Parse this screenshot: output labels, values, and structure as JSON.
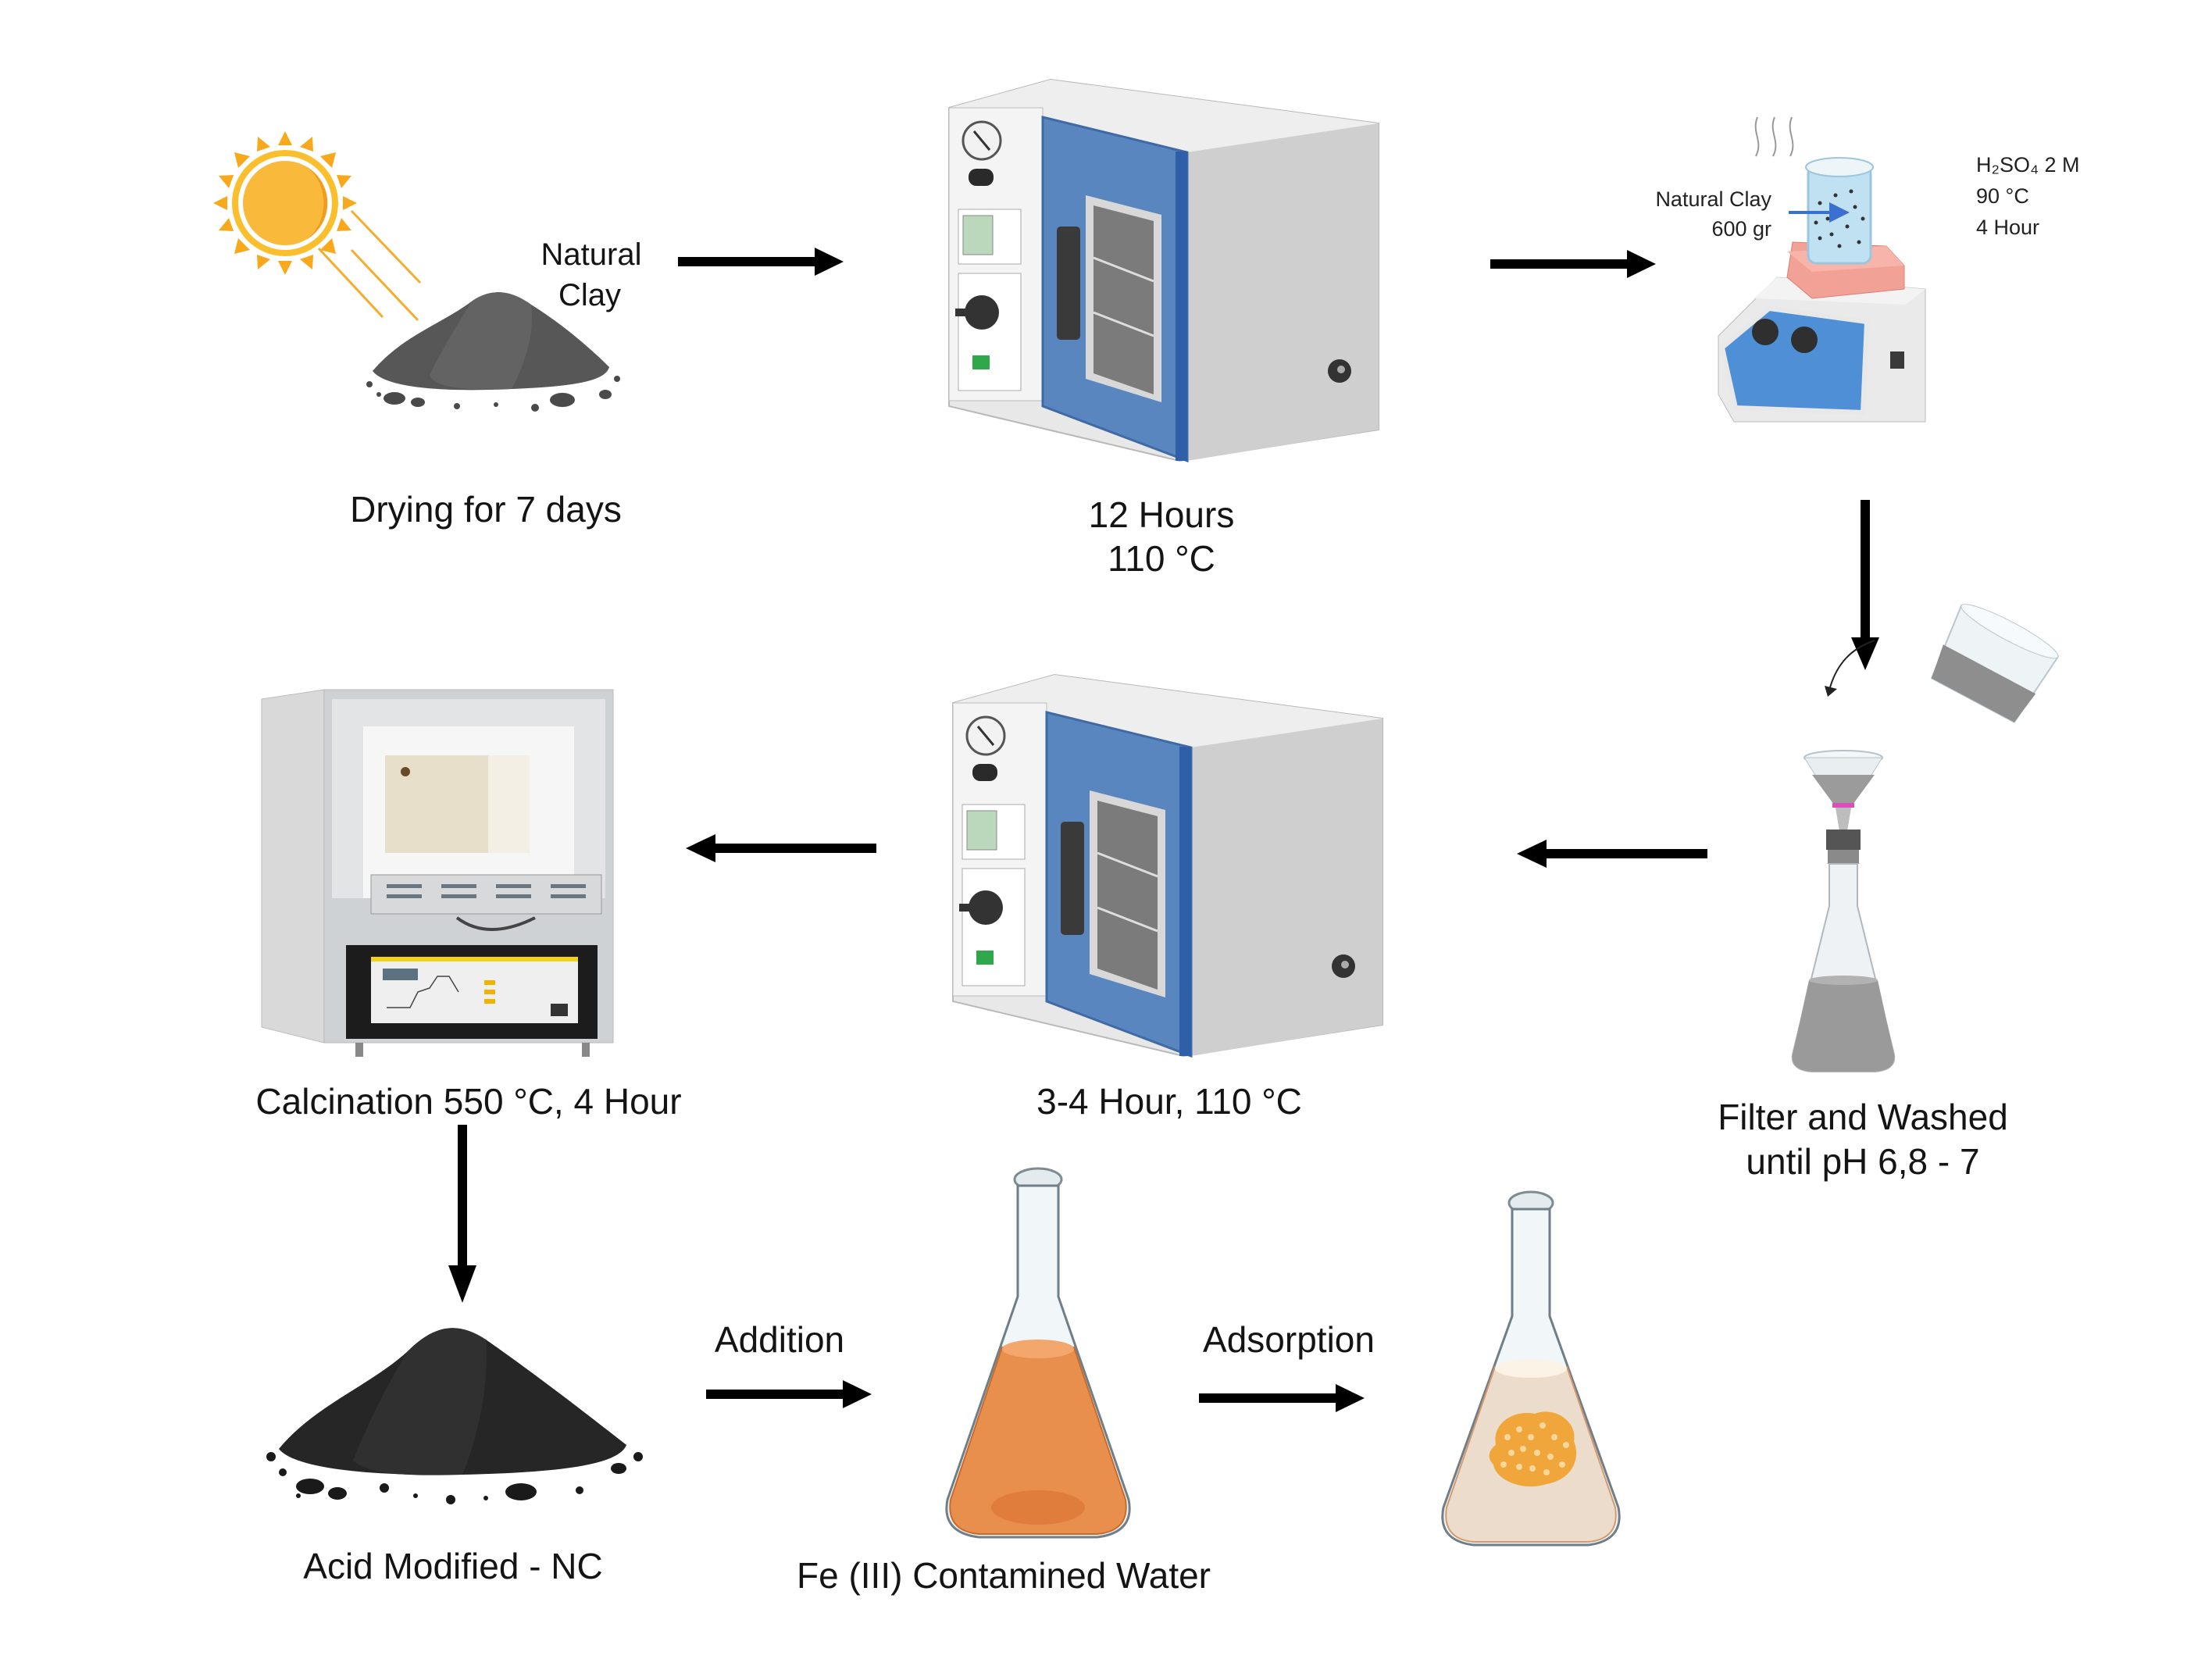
{
  "diagram": {
    "type": "process-flow",
    "subject": "Preparation of acid-modified natural clay and Fe(III) adsorption"
  },
  "steps": [
    {
      "id": "sun-drying",
      "icon": "sun-and-clay-pile-icon",
      "side_label_lines": [
        "Natural",
        "Clay"
      ],
      "caption": "Drying for 7 days"
    },
    {
      "id": "oven-drying-1",
      "icon": "drying-oven-icon",
      "caption_lines": [
        "12 Hours",
        "110 °C"
      ]
    },
    {
      "id": "acid-activation",
      "icon": "hotplate-beaker-icon",
      "input_label_lines": [
        "Natural Clay",
        "600 gr"
      ],
      "condition_lines": [
        "H₂SO₄ 2 M",
        "90 °C",
        "4 Hour"
      ]
    },
    {
      "id": "filter-wash",
      "icon": "filtration-flask-icon",
      "caption_lines": [
        "Filter and Washed",
        "until pH 6,8 - 7"
      ]
    },
    {
      "id": "oven-drying-2",
      "icon": "drying-oven-icon",
      "caption": "3-4 Hour, 110 °C"
    },
    {
      "id": "calcination",
      "icon": "muffle-furnace-icon",
      "caption": "Calcination 550 °C, 4 Hour"
    },
    {
      "id": "product",
      "icon": "black-powder-pile-icon",
      "caption": "Acid Modified - NC"
    },
    {
      "id": "contaminated-water",
      "icon": "orange-erlenmeyer-flask-icon",
      "caption": "Fe (III)  Contamined Water"
    },
    {
      "id": "adsorbed",
      "icon": "adsorbed-flask-icon"
    }
  ],
  "arrows": [
    {
      "from": "sun-drying",
      "to": "oven-drying-1",
      "direction": "right"
    },
    {
      "from": "oven-drying-1",
      "to": "acid-activation",
      "direction": "right"
    },
    {
      "from": "acid-activation",
      "to": "filter-wash",
      "direction": "down"
    },
    {
      "from": "filter-wash",
      "to": "oven-drying-2",
      "direction": "left"
    },
    {
      "from": "oven-drying-2",
      "to": "calcination",
      "direction": "left"
    },
    {
      "from": "calcination",
      "to": "product",
      "direction": "down"
    },
    {
      "from": "product",
      "to": "contaminated-water",
      "direction": "right",
      "label": "Addition"
    },
    {
      "from": "contaminated-water",
      "to": "adsorbed",
      "direction": "right",
      "label": "Adsorption"
    }
  ],
  "colors": {
    "oven_door": "#5a86c0",
    "oven_body": "#e6e6e6",
    "hotplate_panel": "#4f8fd6",
    "hotplate_top": "#f0a39a",
    "sun": "#f7b52c",
    "clay_natural": "#575757",
    "clay_modified": "#262626",
    "fe_solution": "#e98f4e",
    "treated_solution": "#ecdccb",
    "arrow": "#000000",
    "input_arrow": "#3b6fd0"
  }
}
